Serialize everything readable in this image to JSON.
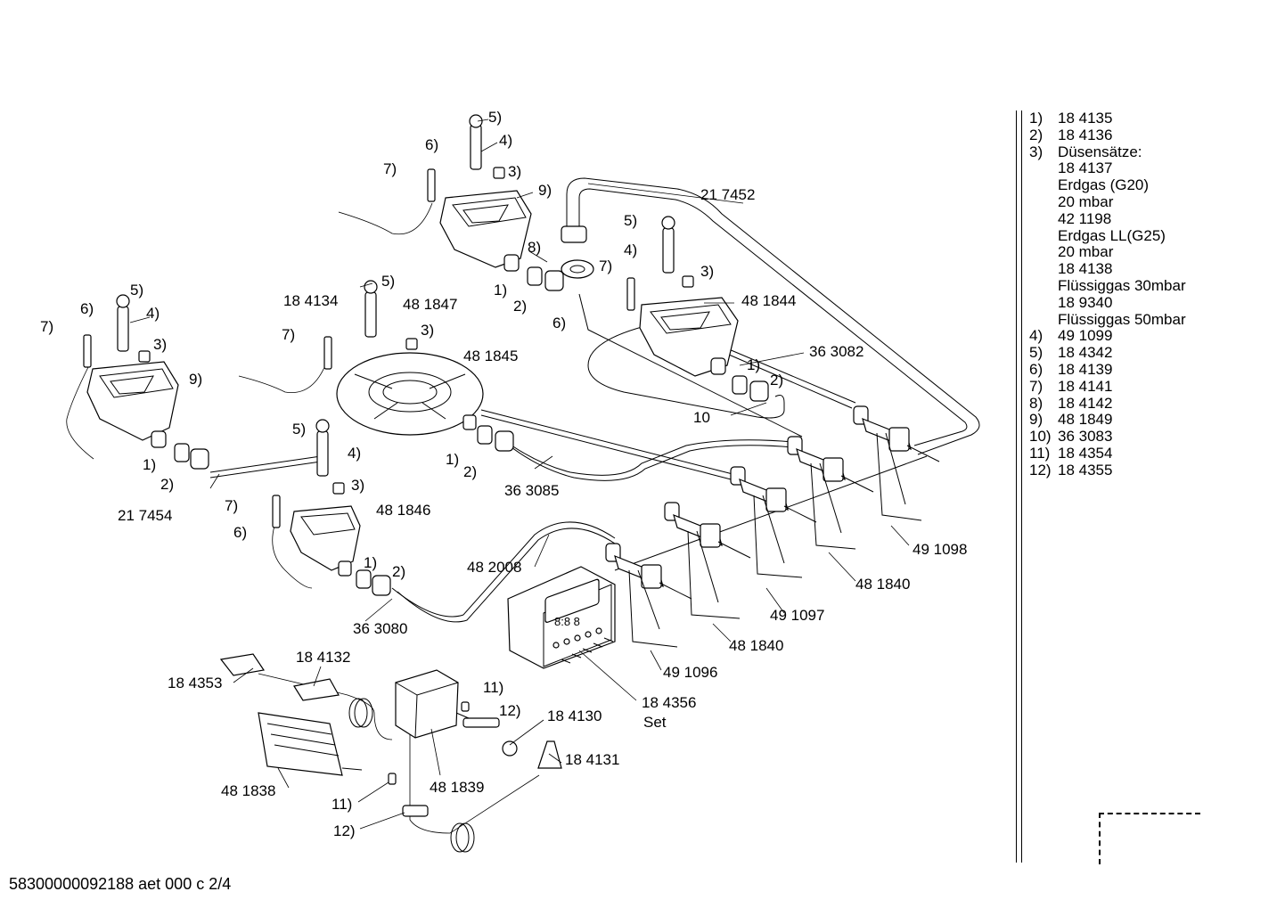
{
  "labels": {
    "l_184134": "18 4134",
    "l_481847": "48 1847",
    "l_481845": "48 1845",
    "l_481844": "48 1844",
    "l_217452": "21 7452",
    "l_363082": "36 3082",
    "l_10": "10",
    "l_363085": "36 3085",
    "l_217454": "21 7454",
    "l_481846": "48 1846",
    "l_363080": "36 3080",
    "l_482008": "48 2008",
    "l_491098": "49 1098",
    "l_481840a": "48 1840",
    "l_491097": "49 1097",
    "l_481840b": "48 1840",
    "l_491096": "49 1096",
    "l_184356": "18 4356",
    "l_set": "Set",
    "l_184132": "18 4132",
    "l_184353": "18 4353",
    "l_184130": "18 4130",
    "l_184131": "18 4131",
    "l_481838": "48 1838",
    "l_481839": "48 1839",
    "c_5a": "5)",
    "c_4a": "4)",
    "c_3a": "3)",
    "c_6a": "6)",
    "c_7a": "7)",
    "c_9a": "9)",
    "c_8a": "8)",
    "c_1a": "1)",
    "c_2a": "2)",
    "c_5b": "5)",
    "c_4b": "4)",
    "c_3b": "3)",
    "c_7b": "7)",
    "c_6b": "6)",
    "c_1b": "1)",
    "c_2b": "2)",
    "c_5c": "5)",
    "c_4c": "4)",
    "c_3c": "3)",
    "c_6c": "6)",
    "c_7c": "7)",
    "c_9c": "9)",
    "c_1c": "1)",
    "c_2c": "2)",
    "c_5d": "5)",
    "c_3d": "3)",
    "c_7d": "7)",
    "c_1d": "1)",
    "c_2d": "2)",
    "c_5e": "5)",
    "c_4e": "4)",
    "c_3e": "3)",
    "c_7e": "7)",
    "c_6e": "6)",
    "c_1e": "1)",
    "c_2e": "2)",
    "c_11a": "11)",
    "c_12a": "12)",
    "c_11b": "11)",
    "c_12b": "12)"
  },
  "parts_list": [
    {
      "idx": "1)",
      "text": "18 4135"
    },
    {
      "idx": "2)",
      "text": "18 4136"
    },
    {
      "idx": "3)",
      "text": "Düsensätze:"
    },
    {
      "idx": "",
      "text": "18 4137"
    },
    {
      "idx": "",
      "text": "Erdgas (G20)"
    },
    {
      "idx": "",
      "text": "20 mbar"
    },
    {
      "idx": "",
      "text": "42 1198"
    },
    {
      "idx": "",
      "text": "Erdgas LL(G25)"
    },
    {
      "idx": "",
      "text": "20 mbar"
    },
    {
      "idx": "",
      "text": "18 4138"
    },
    {
      "idx": "",
      "text": "Flüssiggas 30mbar"
    },
    {
      "idx": "",
      "text": "18 9340"
    },
    {
      "idx": "",
      "text": "Flüssiggas 50mbar"
    },
    {
      "idx": "4)",
      "text": "49 1099"
    },
    {
      "idx": "5)",
      "text": "18 4342"
    },
    {
      "idx": "6)",
      "text": "18 4139"
    },
    {
      "idx": "7)",
      "text": "18 4141"
    },
    {
      "idx": "8)",
      "text": "18 4142"
    },
    {
      "idx": "9)",
      "text": "48 1849"
    },
    {
      "idx": "10)",
      "text": "36 3083"
    },
    {
      "idx": "11)",
      "text": "18 4354"
    },
    {
      "idx": "12)",
      "text": "18 4355"
    }
  ],
  "footer": "58300000092188 aet 000 c 2/4"
}
